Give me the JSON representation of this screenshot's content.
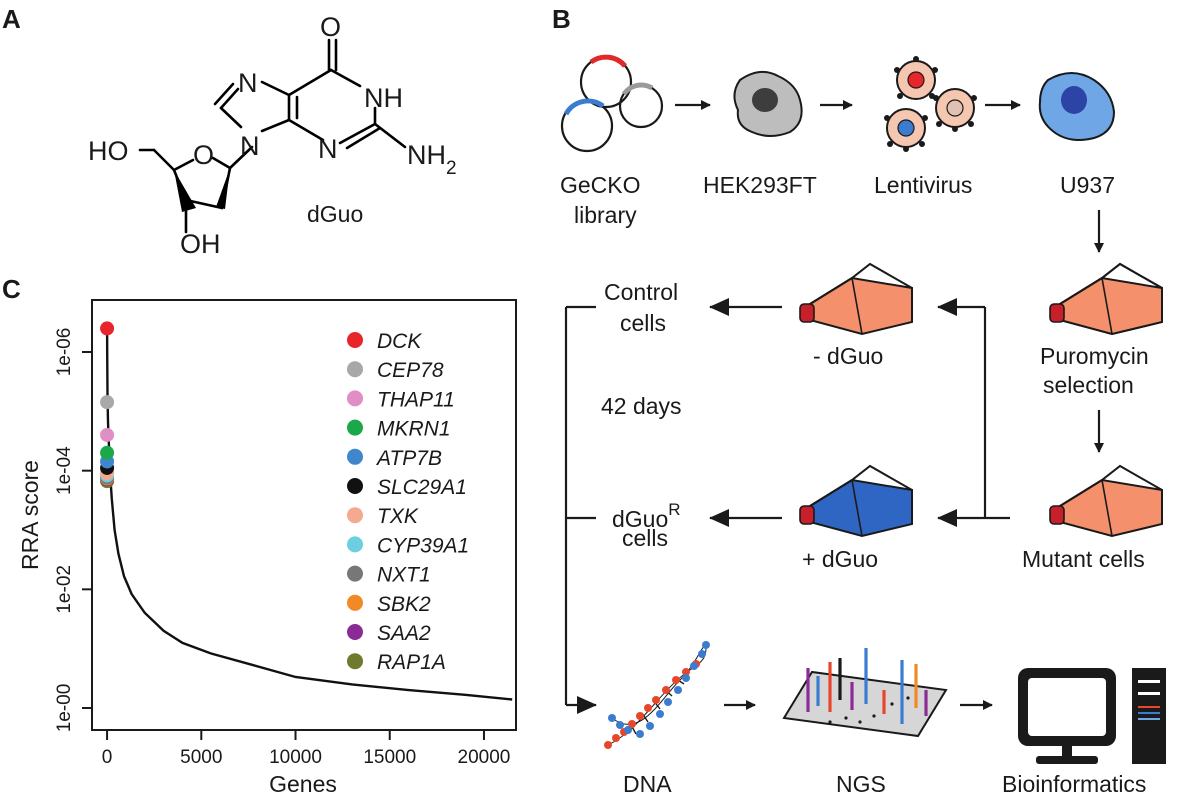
{
  "panels": {
    "a": "A",
    "b": "B",
    "c": "C"
  },
  "molecule": {
    "name": "dGuo",
    "atoms": {
      "o_top": "O",
      "n7": "N",
      "nh": "NH",
      "n9": "N",
      "n3": "N",
      "nh2": "NH",
      "nh2_sub": "2",
      "ho": "HO",
      "o_ring": "O",
      "oh": "OH"
    }
  },
  "workflow": {
    "gecko_line1": "GeCKO",
    "gecko_line2": "library",
    "hek": "HEK293FT",
    "lenti": "Lentivirus",
    "u937": "U937",
    "control_line1": "Control",
    "control_line2": "cells",
    "minus_dguo": "- dGuo",
    "puro_line1": "Puromycin",
    "puro_line2": "selection",
    "days": "42 days",
    "dguor_main": "dGuo",
    "dguor_sup": "R",
    "dguor_line2": "cells",
    "plus_dguo": "+ dGuo",
    "mutant": "Mutant cells",
    "dna": "DNA",
    "ngs": "NGS",
    "bioinfo": "Bioinformatics"
  },
  "colors": {
    "flask_orange": "#f4906c",
    "flask_blue": "#2f66c4",
    "flask_cap": "#c8202a",
    "hek_cell": "#bdbdbd",
    "u937_cell": "#6ea6e6",
    "virus_body": "#f6c7b0",
    "dna_red": "#e8462b",
    "dna_blue": "#3a7cd0"
  },
  "chart_data": {
    "type": "line",
    "xlabel": "Genes",
    "ylabel": "RRA score",
    "xlim": [
      -800,
      21700
    ],
    "y_scale": "log",
    "y_reversed": true,
    "xticks": [
      0,
      5000,
      10000,
      15000,
      20000
    ],
    "xtick_labels": [
      "0",
      "5000",
      "10000",
      "15000",
      "20000"
    ],
    "yticks": [
      1e-06,
      0.0001,
      0.01,
      1
    ],
    "ytick_labels": [
      "1e-06",
      "1e-04",
      "1e-02",
      "1e-00"
    ],
    "grid": false,
    "legend_position": "top-right",
    "curve": {
      "x": [
        0,
        5,
        20,
        50,
        100,
        150,
        250,
        400,
        600,
        900,
        1300,
        2000,
        3000,
        4000,
        5500,
        7500,
        10000,
        13000,
        16000,
        19000,
        21500
      ],
      "y": [
        4e-07,
        1e-06,
        5e-06,
        1.5e-05,
        4e-05,
        0.0001,
        0.0003,
        0.001,
        0.0025,
        0.006,
        0.012,
        0.025,
        0.05,
        0.08,
        0.12,
        0.18,
        0.3,
        0.4,
        0.5,
        0.6,
        0.72
      ]
    },
    "series": [
      {
        "name": "DCK",
        "x": 0,
        "y": 4e-07,
        "color": "#e8252b"
      },
      {
        "name": "CEP78",
        "x": 0,
        "y": 7e-06,
        "color": "#a8a8a8"
      },
      {
        "name": "THAP11",
        "x": 0,
        "y": 2.5e-05,
        "color": "#e08ec4"
      },
      {
        "name": "MKRN1",
        "x": 0,
        "y": 5e-05,
        "color": "#1aa84a"
      },
      {
        "name": "ATP7B",
        "x": 0,
        "y": 7e-05,
        "color": "#3f86cc"
      },
      {
        "name": "SLC29A1",
        "x": 0,
        "y": 9e-05,
        "color": "#111111"
      },
      {
        "name": "TXK",
        "x": 0,
        "y": 0.00011,
        "color": "#f5aa8f"
      },
      {
        "name": "CYP39A1",
        "x": 0,
        "y": 0.00012,
        "color": "#6ccfe0"
      },
      {
        "name": "NXT1",
        "x": 0,
        "y": 0.00013,
        "color": "#777777"
      },
      {
        "name": "SBK2",
        "x": 0,
        "y": 0.000135,
        "color": "#f18a24"
      },
      {
        "name": "SAA2",
        "x": 0,
        "y": 0.00014,
        "color": "#8a2b96"
      },
      {
        "name": "RAP1A",
        "x": 0,
        "y": 0.00015,
        "color": "#6f7a2e"
      }
    ]
  }
}
